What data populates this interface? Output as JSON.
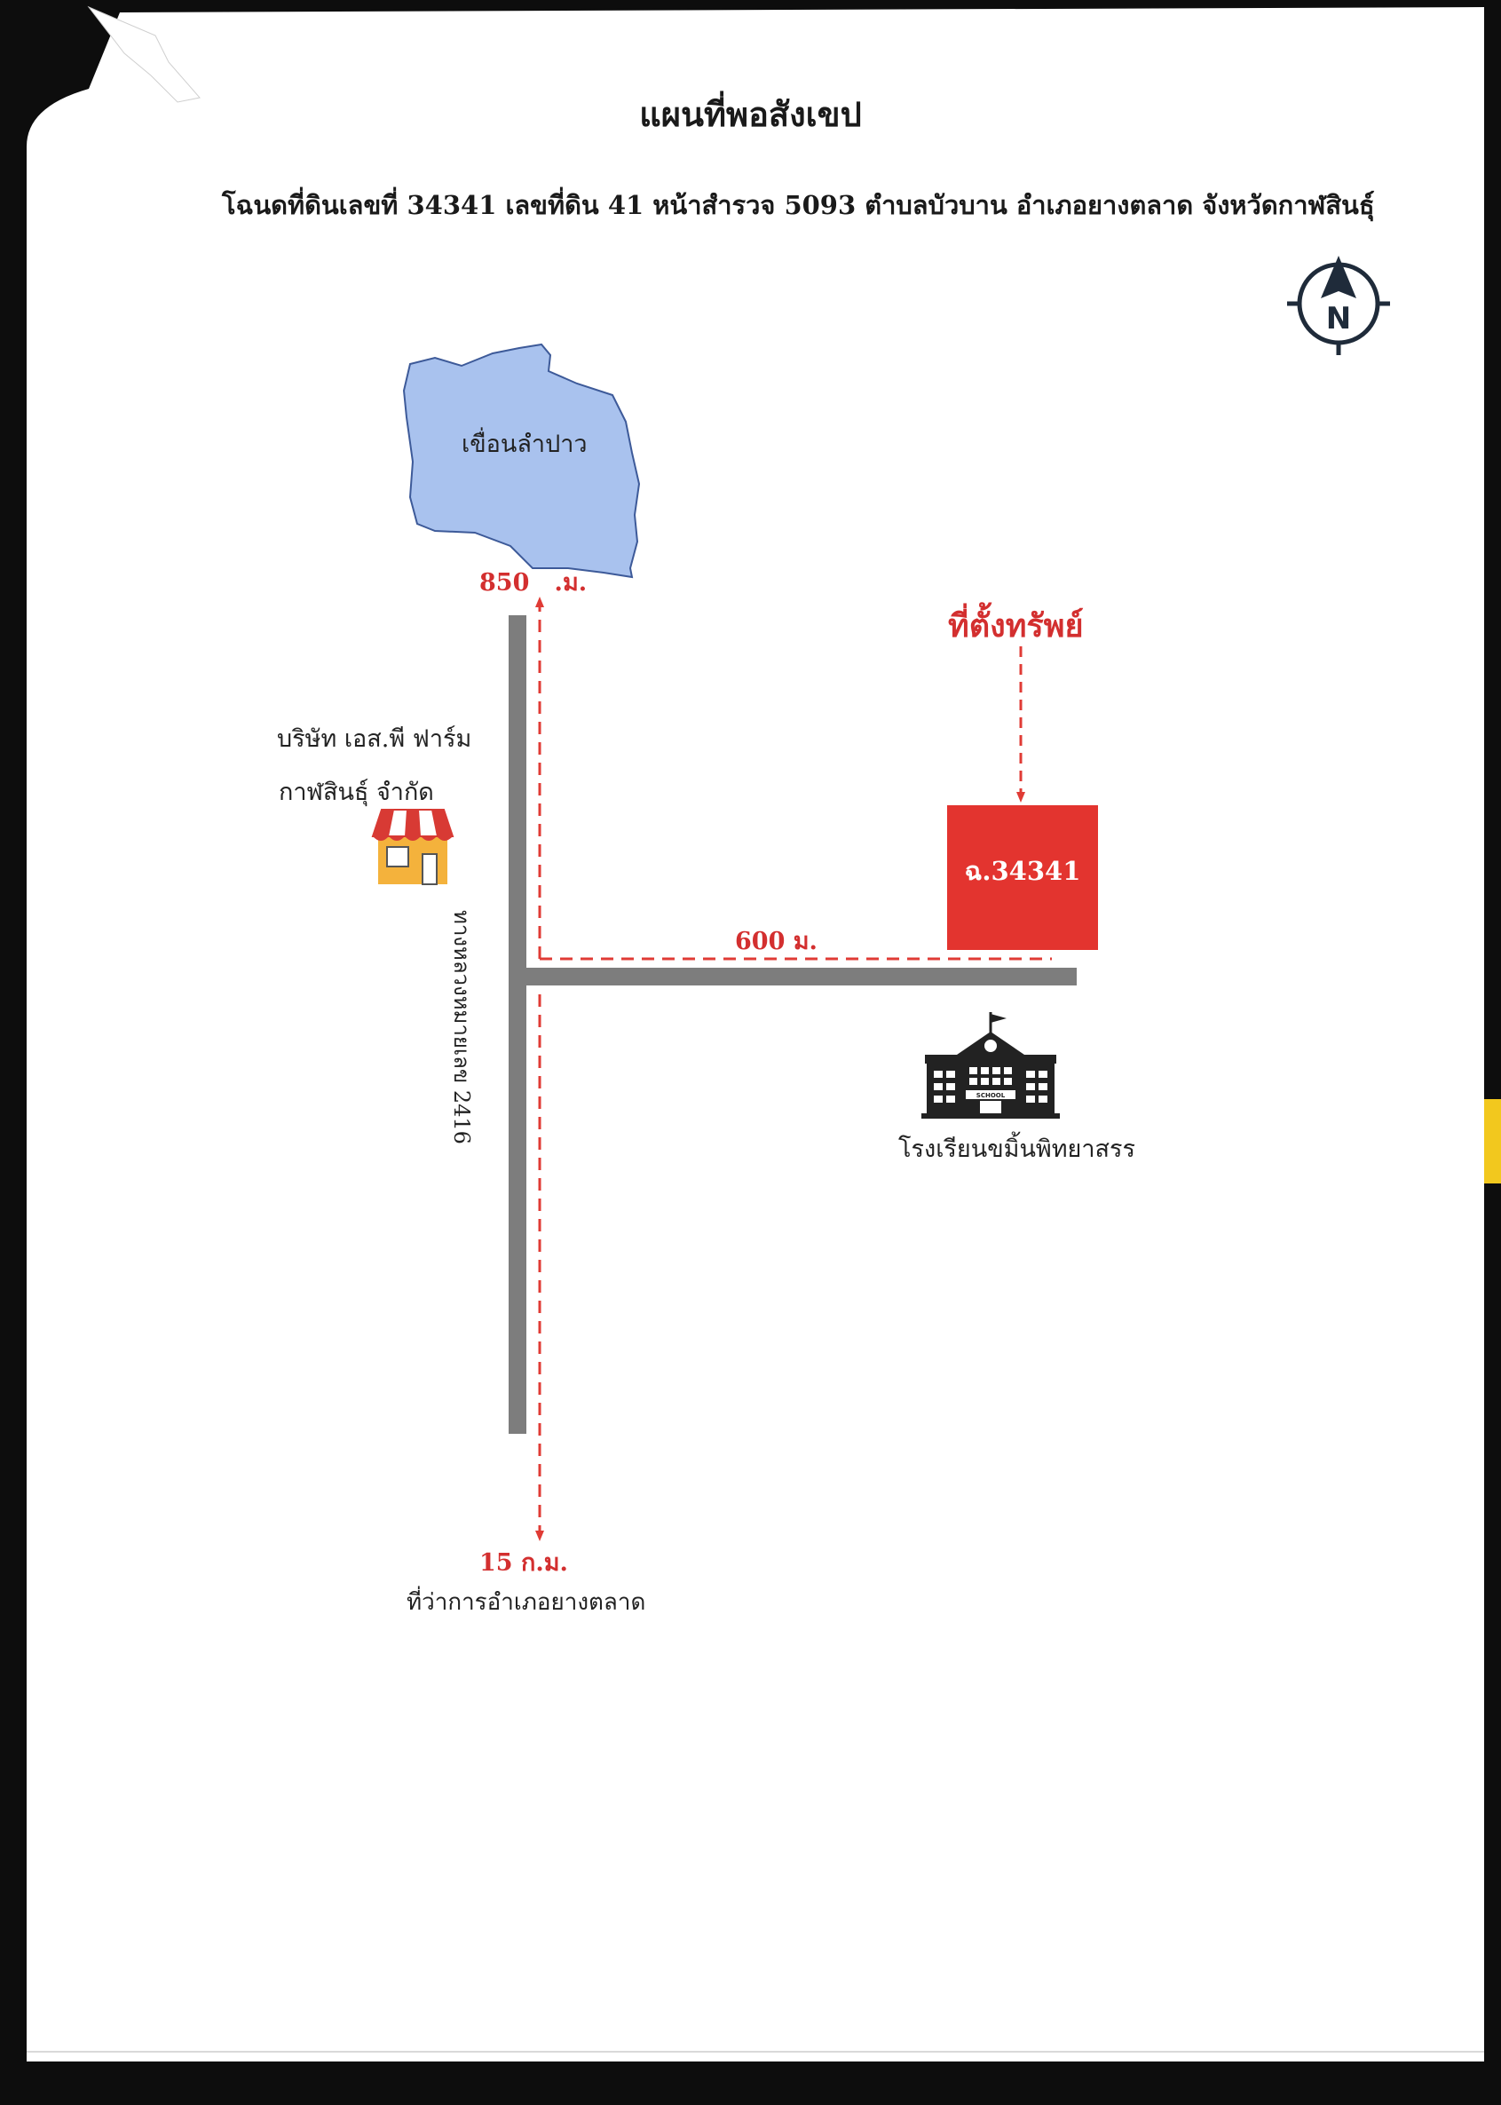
{
  "map": {
    "title": "แผนที่พอสังเขป",
    "subtitle": "โฉนดที่ดินเลขที่  34341  เลขที่ดิน 41 หน้าสำรวจ 5093 ตำบลบัวบาน  อำเภอยางตลาด  จังหวัดกาฬสินธุ์",
    "compass_icon": "north-arrow-compass",
    "compass_letter": "N",
    "reservoir": {
      "name": "เขื่อนลำปาว",
      "color": "#a9c2ee"
    },
    "distance_north": "850   .ม.",
    "distance_east": "600 ม.",
    "distance_south": "15 ก.ม.",
    "south_destination": "ที่ว่าการอำเภอยางตลาด",
    "road_label": "ทางหลวงหมายเลข 2416",
    "company": {
      "line1": "บริษัท เอส.พี ฟาร์ม",
      "line2": "กาฬสินธุ์ จำกัด",
      "icon": "shop-icon"
    },
    "property": {
      "callout": "ที่ตั้งทรัพย์",
      "label": "ฉ.34341",
      "color": "#e3342f"
    },
    "school": {
      "name": "โรงเรียนขมิ้นพิทยาสรร",
      "icon": "school-building-icon",
      "sign": "SCHOOL"
    },
    "colors": {
      "route": "#e03b35",
      "road": "#7d7d7d",
      "accent_red": "#d32f2f"
    }
  }
}
